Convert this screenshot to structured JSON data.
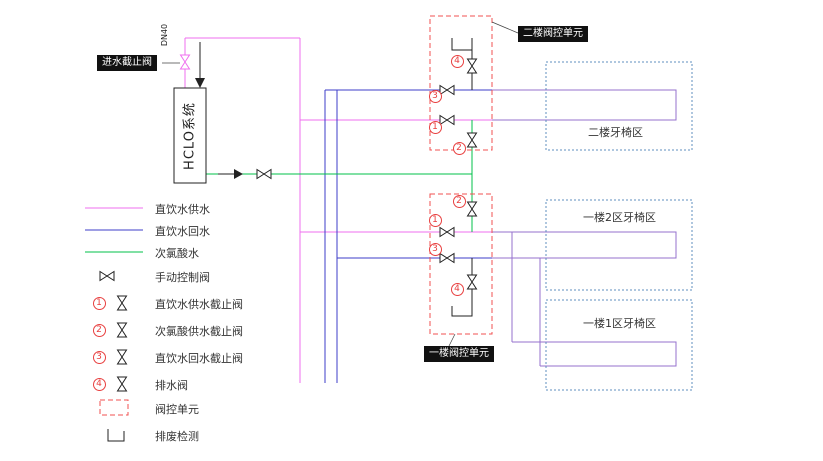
{
  "labels": {
    "inlet_valve": "进水截止阀",
    "pipe_dn": "DN40",
    "system": "HCLO系统",
    "unit_2f": "二楼阀控单元",
    "unit_1f": "一楼阀控单元",
    "chair_2f": "二楼牙椅区",
    "chair_1f_z2": "一楼2区牙椅区",
    "chair_1f_z1": "一楼1区牙椅区"
  },
  "nums": {
    "n1": "1",
    "n2": "2",
    "n3": "3",
    "n4": "4"
  },
  "legend": [
    {
      "symbol": "supply-line",
      "label": "直饮水供水"
    },
    {
      "symbol": "return-line",
      "label": "直饮水回水"
    },
    {
      "symbol": "hclo-line",
      "label": "次氯酸水"
    },
    {
      "symbol": "manual-valve",
      "label": "手动控制阀"
    },
    {
      "num": "1",
      "symbol": "stop-valve",
      "label": "直饮水供水截止阀"
    },
    {
      "num": "2",
      "symbol": "stop-valve",
      "label": "次氯酸供水截止阀"
    },
    {
      "num": "3",
      "symbol": "stop-valve",
      "label": "直饮水回水截止阀"
    },
    {
      "num": "4",
      "symbol": "stop-valve",
      "label": "排水阀"
    },
    {
      "symbol": "valve-unit-box",
      "label": "阀控单元"
    },
    {
      "symbol": "drain-detect",
      "label": "排废检测"
    }
  ],
  "colors": {
    "supply_magenta": "#ef6fef",
    "return_blue": "#3d3dc8",
    "hclo_green": "#00c04a",
    "chair_purple": "#9570cd",
    "unit_red": "#f05050",
    "area_blue": "#5f8fbf"
  }
}
